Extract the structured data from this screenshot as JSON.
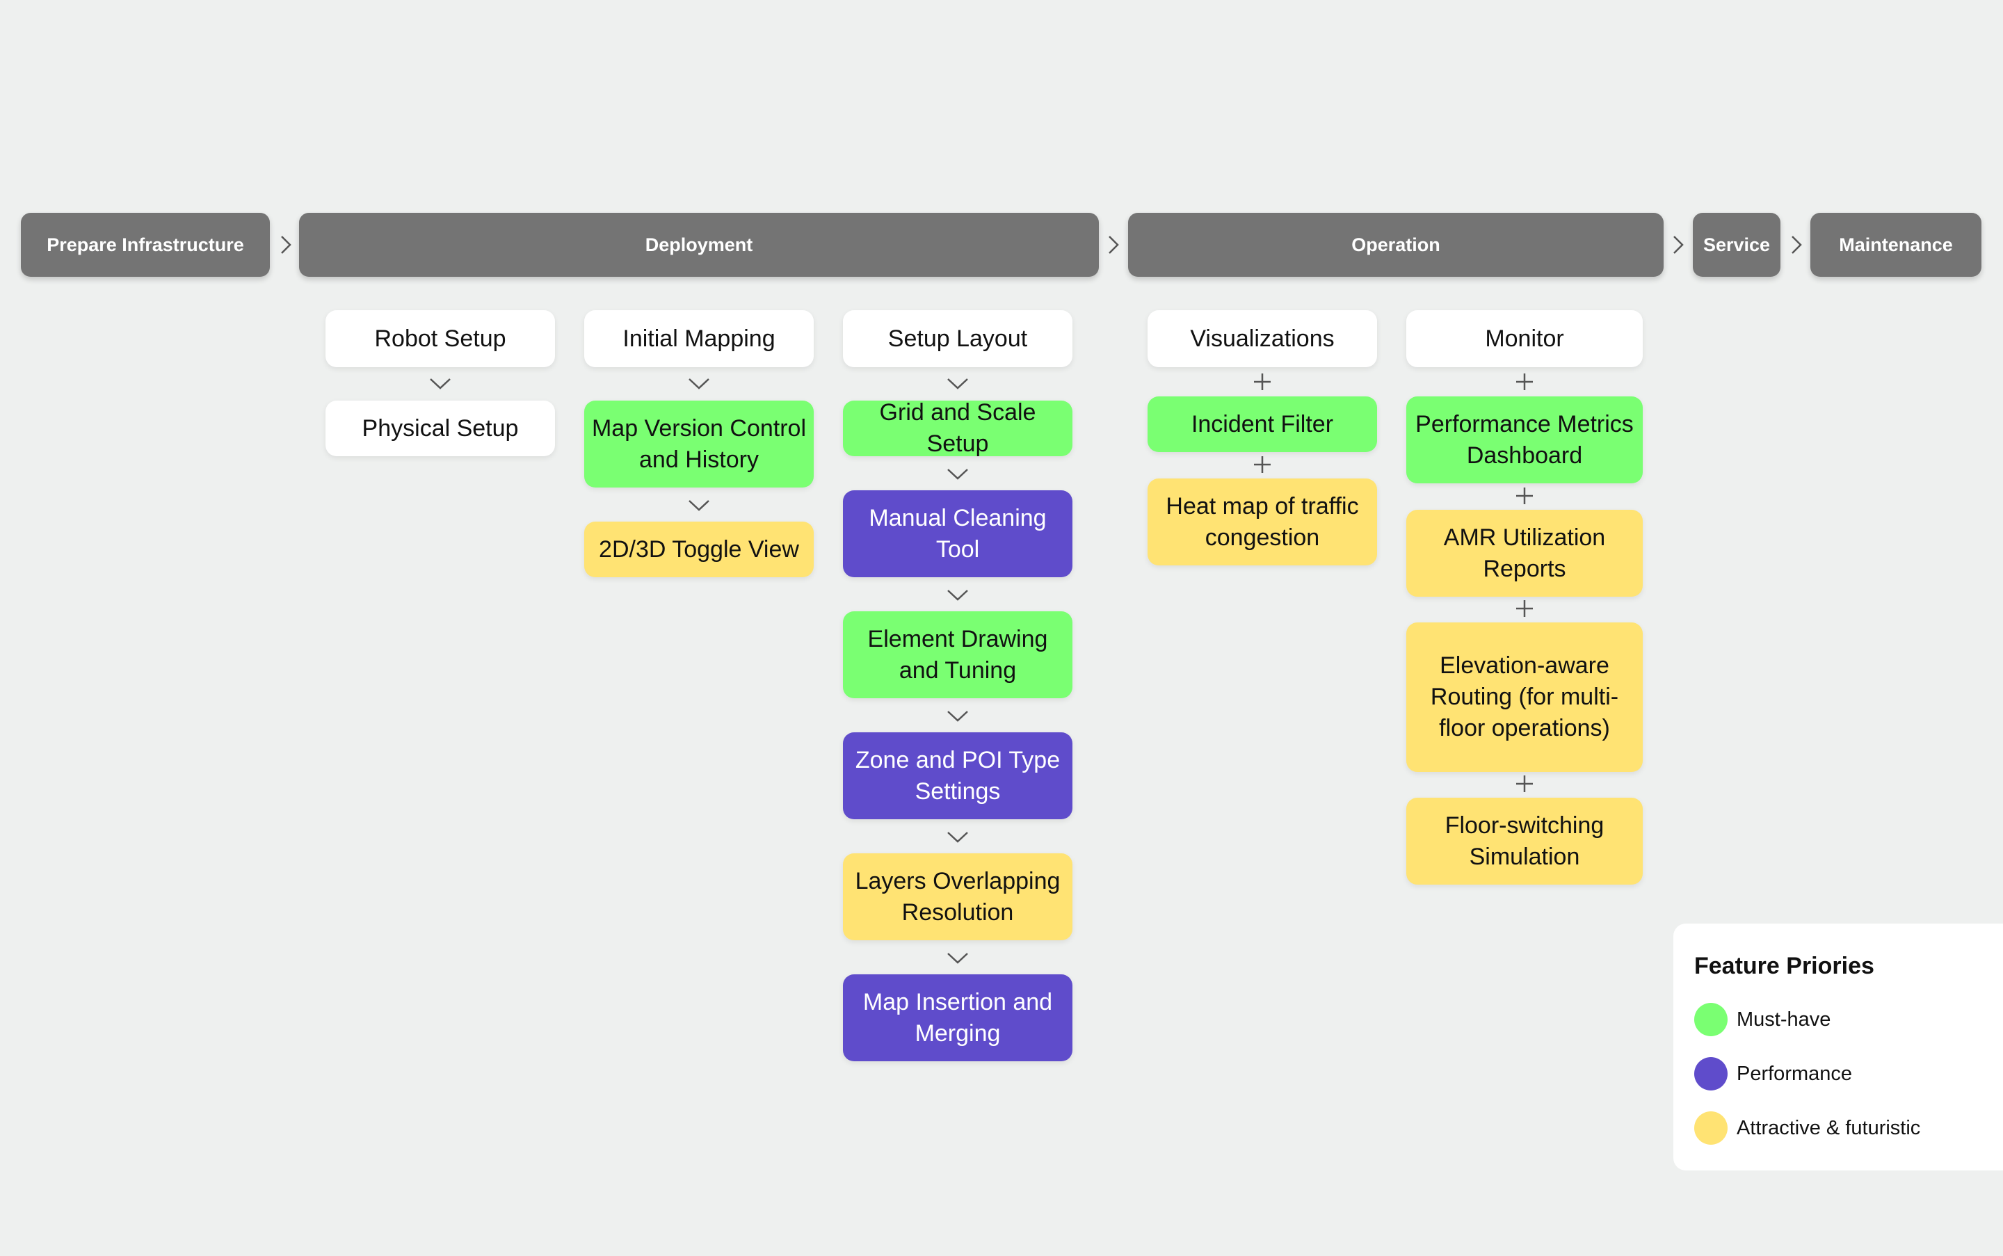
{
  "phases": {
    "prepare": "Prepare Infrastructure",
    "deployment": "Deployment",
    "operation": "Operation",
    "service": "Service",
    "maintenance": "Maintenance"
  },
  "columns": {
    "robot_setup": {
      "header": "Robot Setup",
      "items": [
        "Physical Setup"
      ]
    },
    "initial_mapping": {
      "header": "Initial Mapping",
      "items": [
        "Map Version Control and History",
        "2D/3D Toggle View"
      ]
    },
    "setup_layout": {
      "header": "Setup Layout",
      "items": [
        "Grid and Scale Setup",
        "Manual Cleaning Tool",
        "Element Drawing and Tuning",
        "Zone and POI Type Settings",
        "Layers Overlapping Resolution",
        "Map Insertion and Merging"
      ]
    },
    "visualizations": {
      "header": "Visualizations",
      "items": [
        "Incident Filter",
        "Heat map of traffic congestion"
      ]
    },
    "monitor": {
      "header": "Monitor",
      "items": [
        "Performance Metrics Dashboard",
        "AMR Utilization Reports",
        "Elevation-aware Routing (for multi-floor operations)",
        "Floor-switching Simulation"
      ]
    }
  },
  "legend": {
    "title": "Feature Priories",
    "items": [
      {
        "label": "Must-have",
        "color": "#7aff72"
      },
      {
        "label": "Performance",
        "color": "#5f4ccb"
      },
      {
        "label": "Attractive & futuristic",
        "color": "#ffe373"
      }
    ]
  },
  "colors": {
    "phase_bg": "#747474",
    "must_have": "#7aff72",
    "performance": "#5f4ccb",
    "attractive": "#ffe373",
    "neutral": "#ffffff"
  }
}
